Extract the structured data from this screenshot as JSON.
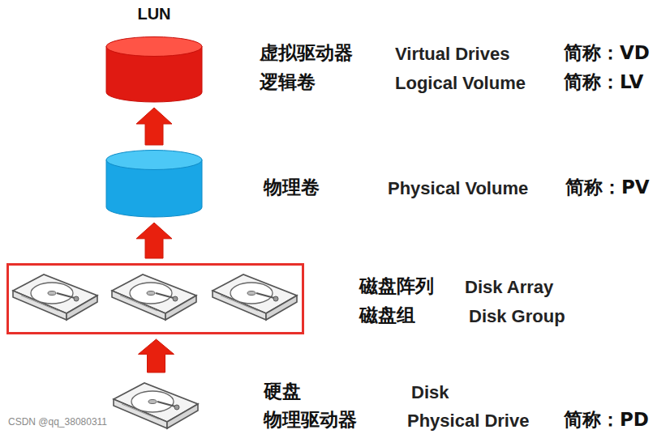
{
  "diagram": {
    "nodes": [
      {
        "text": [
          "LUN",
          "虚拟驱动器",
          "Virtual Drives",
          "简称：VD",
          "逻辑卷",
          "Logical Volume",
          "简称：LV"
        ]
      },
      {
        "text": [
          "物理卷",
          "Physical Volume",
          "简称：PV"
        ]
      },
      {
        "text": [
          "磁盘阵列",
          "Disk Array",
          "磁盘组",
          "Disk Group"
        ]
      },
      {
        "text": [
          "硬盘",
          "Disk",
          "物理驱动器",
          "Physical Drive",
          "简称：PD"
        ]
      }
    ],
    "edges": [
      {
        "from": 3,
        "to": 2,
        "arrow": "to"
      },
      {
        "from": 2,
        "to": 1,
        "arrow": "to"
      },
      {
        "from": 1,
        "to": 0,
        "arrow": "to"
      }
    ],
    "labels": [
      "CSDN @qq_38080311"
    ]
  }
}
